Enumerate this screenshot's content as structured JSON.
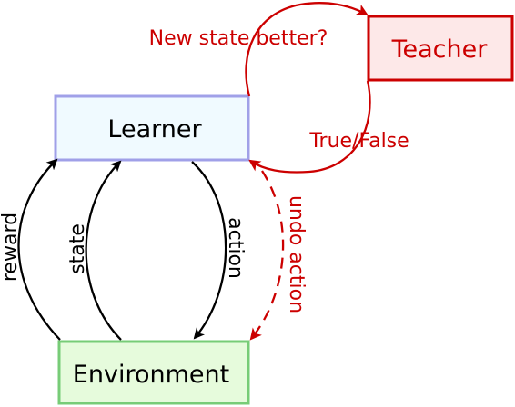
{
  "nodes": {
    "learner": {
      "label": "Learner",
      "fill": "#f0faff",
      "stroke": "#a0a0e8"
    },
    "teacher": {
      "label": "Teacher",
      "fill": "#fde8e8",
      "stroke": "#cc0000"
    },
    "environment": {
      "label": "Environment",
      "fill": "#e6fbdc",
      "stroke": "#77cc77"
    }
  },
  "edges": {
    "reward": "reward",
    "state": "state",
    "action": "action",
    "new_state_better": "New state better?",
    "true_false": "True/False",
    "undo_action": "undo action"
  },
  "colors": {
    "black_edge": "#000000",
    "red_edge": "#cc0000"
  }
}
